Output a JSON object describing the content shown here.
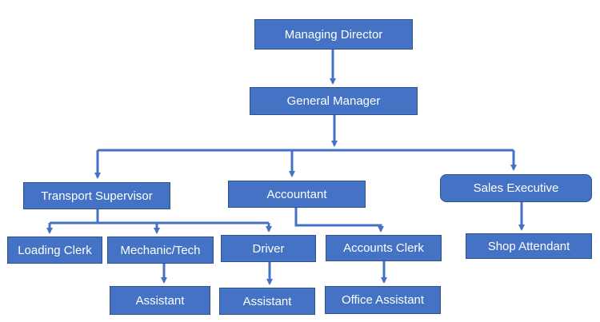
{
  "org_chart": {
    "colors": {
      "box_fill": "#4472C4",
      "box_border": "#2F528F",
      "text": "#FFFFFF",
      "line": "#4472C4"
    },
    "nodes": {
      "managing_director": "Managing Director",
      "general_manager": "General Manager",
      "transport_supervisor": "Transport Supervisor",
      "accountant": "Accountant",
      "sales_executive": "Sales Executive",
      "loading_clerk": "Loading Clerk",
      "mechanic_tech": "Mechanic/Tech",
      "driver": "Driver",
      "accounts_clerk": "Accounts Clerk",
      "shop_attendant": "Shop Attendant",
      "mechanic_assistant": "Assistant",
      "driver_assistant": "Assistant",
      "office_assistant": "Office Assistant"
    }
  }
}
